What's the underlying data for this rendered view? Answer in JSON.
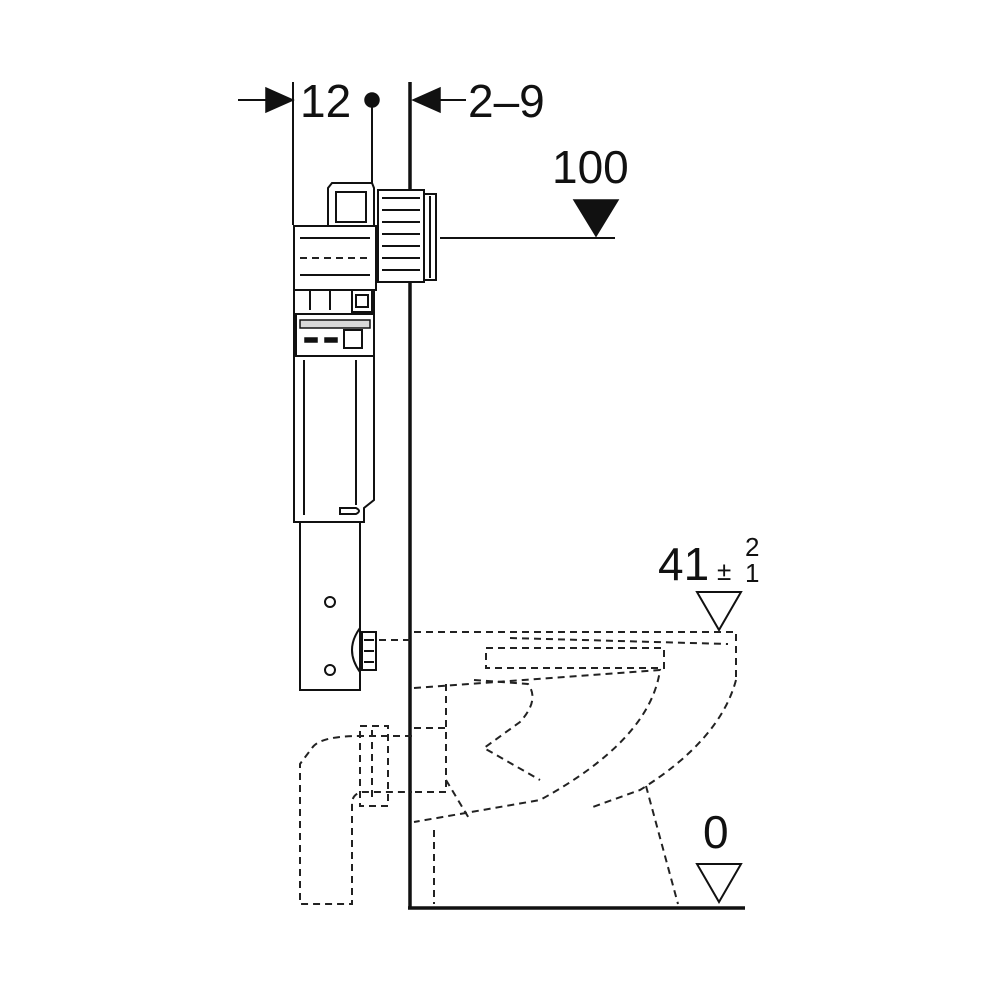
{
  "dimensions": {
    "cistern_depth": "12",
    "wall_thickness": "2–9",
    "flush_valve_height": "100",
    "bowl_rim_height": "41",
    "bowl_rim_tol_upper": "2",
    "bowl_rim_tol_lower": "1",
    "bowl_rim_tol_sign": "±",
    "floor_level": "0"
  },
  "colors": {
    "line": "#111111",
    "fill": "#ffffff",
    "shade": "#d9d9d9"
  }
}
